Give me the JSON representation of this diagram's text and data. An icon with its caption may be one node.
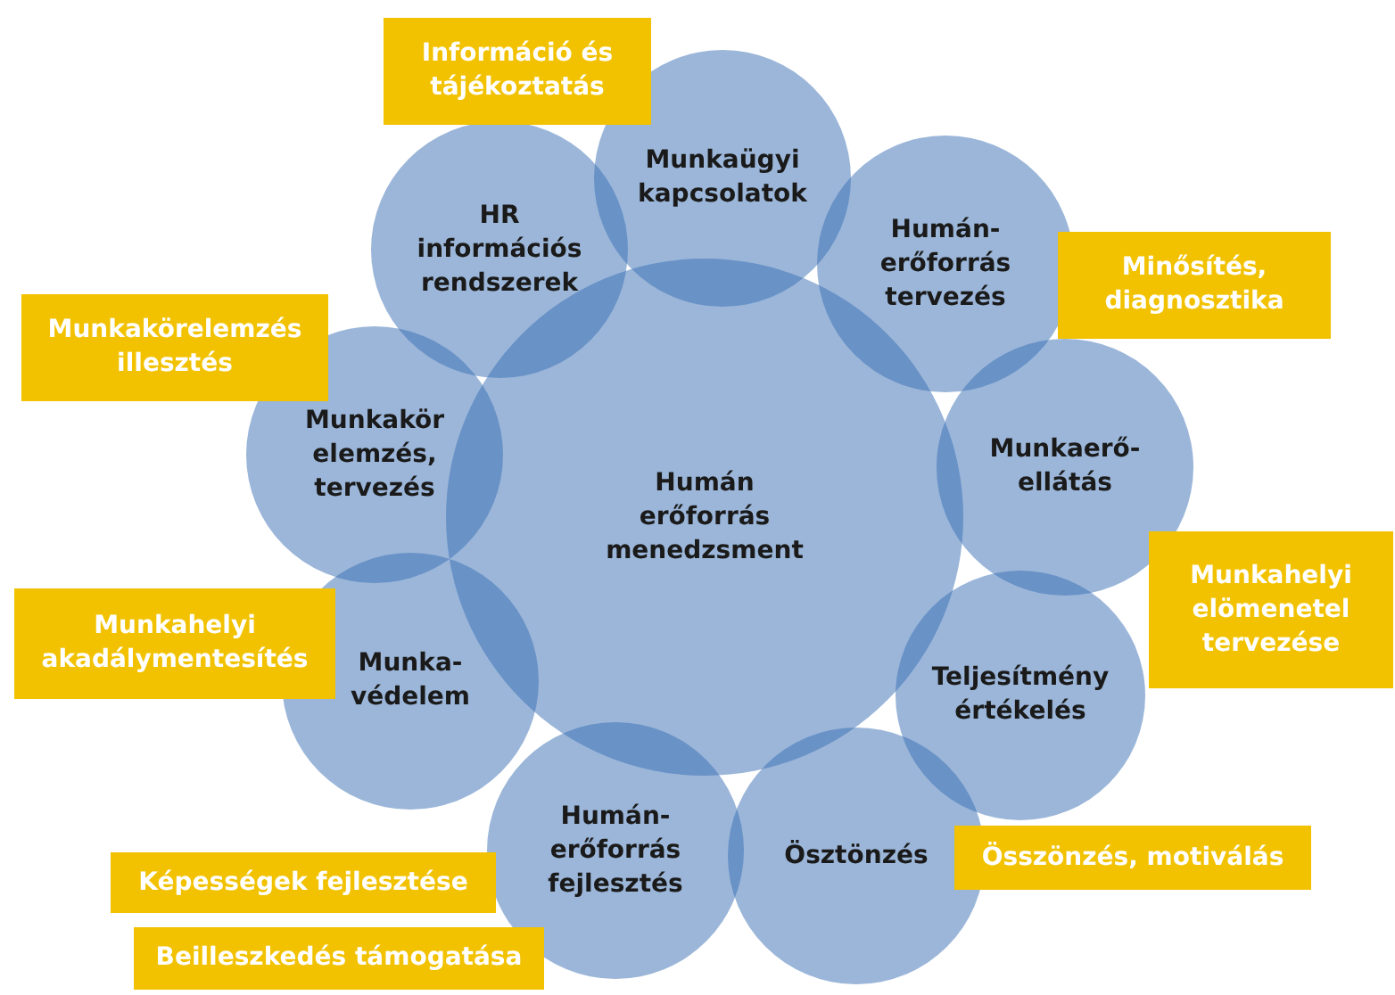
{
  "diagram": {
    "nodes": [
      {
        "text": [
          "Humán erőforrás menedzsment"
        ]
      },
      {
        "text": [
          "Munkaügyi kapcsolatok"
        ]
      },
      {
        "text": [
          "Humán-erőforrás tervezés"
        ]
      },
      {
        "text": [
          "Munkaerő-ellátás"
        ]
      },
      {
        "text": [
          "Teljesítmény értékelés"
        ]
      },
      {
        "text": [
          "Ösztönzés"
        ]
      },
      {
        "text": [
          "Humán-erőforrás fejlesztés"
        ]
      },
      {
        "text": [
          "Munka-védelem"
        ]
      },
      {
        "text": [
          "Munkakör elemzés, tervezés"
        ]
      },
      {
        "text": [
          "HR információs rendszerek"
        ]
      },
      {
        "text": [
          "Információ és tájékoztatás"
        ]
      },
      {
        "text": [
          "Minősítés, diagnosztika"
        ]
      },
      {
        "text": [
          "Munkakörelemzés illesztés"
        ]
      },
      {
        "text": [
          "Munkahelyi elömenetel tervezése"
        ]
      },
      {
        "text": [
          "Munkahelyi akadálymentesítés"
        ]
      },
      {
        "text": [
          "Összönzés, motiválás"
        ]
      },
      {
        "text": [
          "Képességek fejlesztése"
        ]
      },
      {
        "text": [
          "Beilleszkedés támogatása"
        ]
      }
    ],
    "edges": []
  }
}
